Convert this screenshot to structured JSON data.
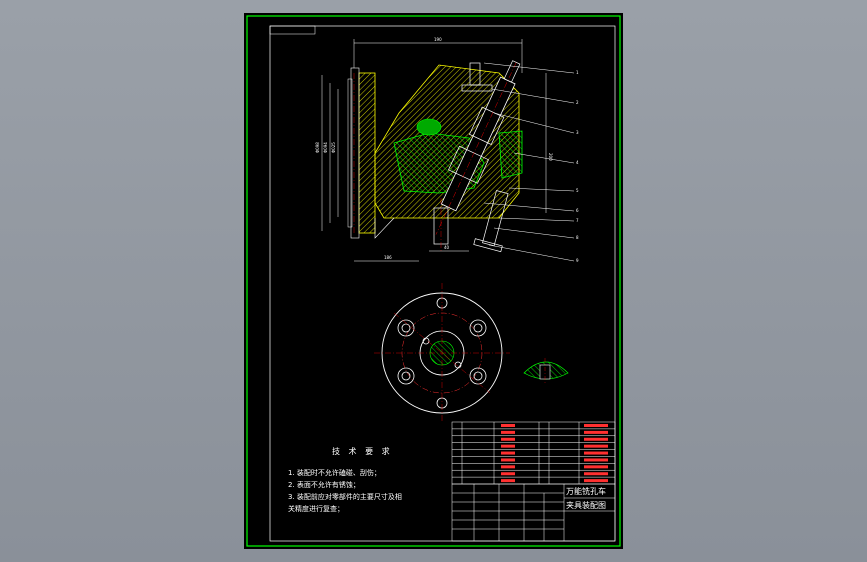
{
  "sheet": {
    "bg": "#000000",
    "border_color": "#00ff00",
    "line_color": "#ffffff",
    "hatch_color": "#ffff00",
    "part_color": "#00ff00",
    "center_color": "#ff0000"
  },
  "dimensions": {
    "top": "190",
    "right": "200",
    "bottom_left": "186",
    "bottom_mid": "40",
    "left_1": "Φ098",
    "left_2": "Φ094",
    "left_3": "Φ025"
  },
  "leaders": [
    "1",
    "2",
    "3",
    "4",
    "5",
    "6",
    "7",
    "8",
    "9"
  ],
  "tech_req": {
    "title": "技 术 要 求",
    "lines": [
      "1. 装配时不允许磕碰、刮伤；",
      "2. 表面不允许有锈蚀；",
      "3. 装配前应对零部件的主要尺寸及相",
      "关精度进行复查；"
    ]
  },
  "title_block": {
    "drawing_name_1": "万能铣孔车",
    "drawing_name_2": "夹具装配图"
  }
}
